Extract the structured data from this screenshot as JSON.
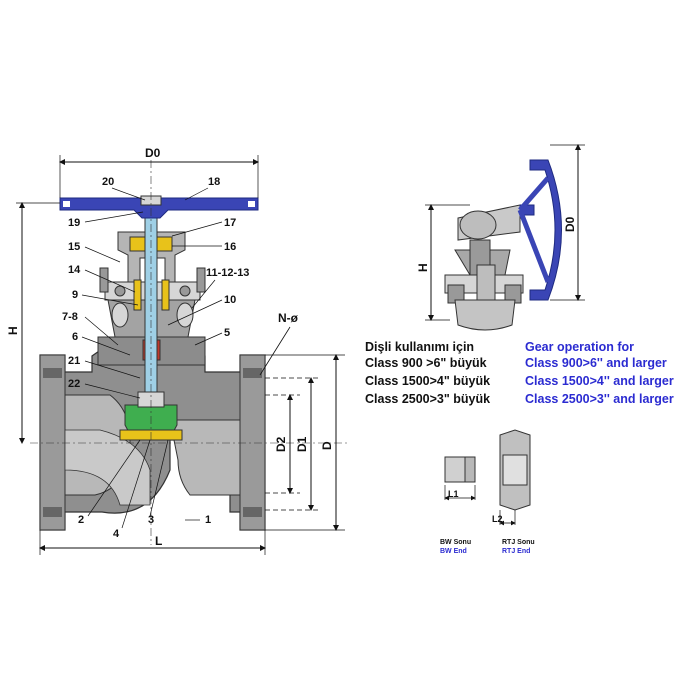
{
  "main_view": {
    "dim_labels": {
      "d0": "D0",
      "h": "H",
      "l": "L",
      "d2": "D2",
      "d1": "D1",
      "d": "D",
      "n": "N-ø"
    },
    "parts": {
      "p20": "20",
      "p18": "18",
      "p19": "19",
      "p17": "17",
      "p15": "15",
      "p16": "16",
      "p14": "14",
      "p11": "11-12-13",
      "p9": "9",
      "p10": "10",
      "p78": "7-8",
      "p6": "6",
      "p5": "5",
      "p21": "21",
      "p22": "22",
      "p2": "2",
      "p4": "4",
      "p3": "3",
      "p1": "1"
    }
  },
  "gear_view": {
    "dim_labels": {
      "d0": "D0",
      "h": "H"
    }
  },
  "gear_note": {
    "tr": {
      "title": "Dişli kullanımı için",
      "l1": "Class  900 >6\" büyük",
      "l2": "Class 1500>4\" büyük",
      "l3": "Class 2500>3\" büyük"
    },
    "en": {
      "title": "Gear operation for",
      "l1": "Class   900>6'' and larger",
      "l2": "Class 1500>4'' and larger",
      "l3": "Class 2500>3'' and larger"
    }
  },
  "end_types": {
    "bw": {
      "dim": "L1",
      "tr": "BW Sonu",
      "en": "BW End"
    },
    "rtj": {
      "dim": "L2",
      "tr": "RTJ Sonu",
      "en": "RTJ End"
    }
  },
  "colors": {
    "body": "#8f8f8f",
    "body_light": "#c4c4c4",
    "handwheel": "#3a45b5",
    "stem": "#9fd0e6",
    "packing": "#e8c21a",
    "disc": "#3fae4f",
    "english_text": "#2b2bd1"
  }
}
